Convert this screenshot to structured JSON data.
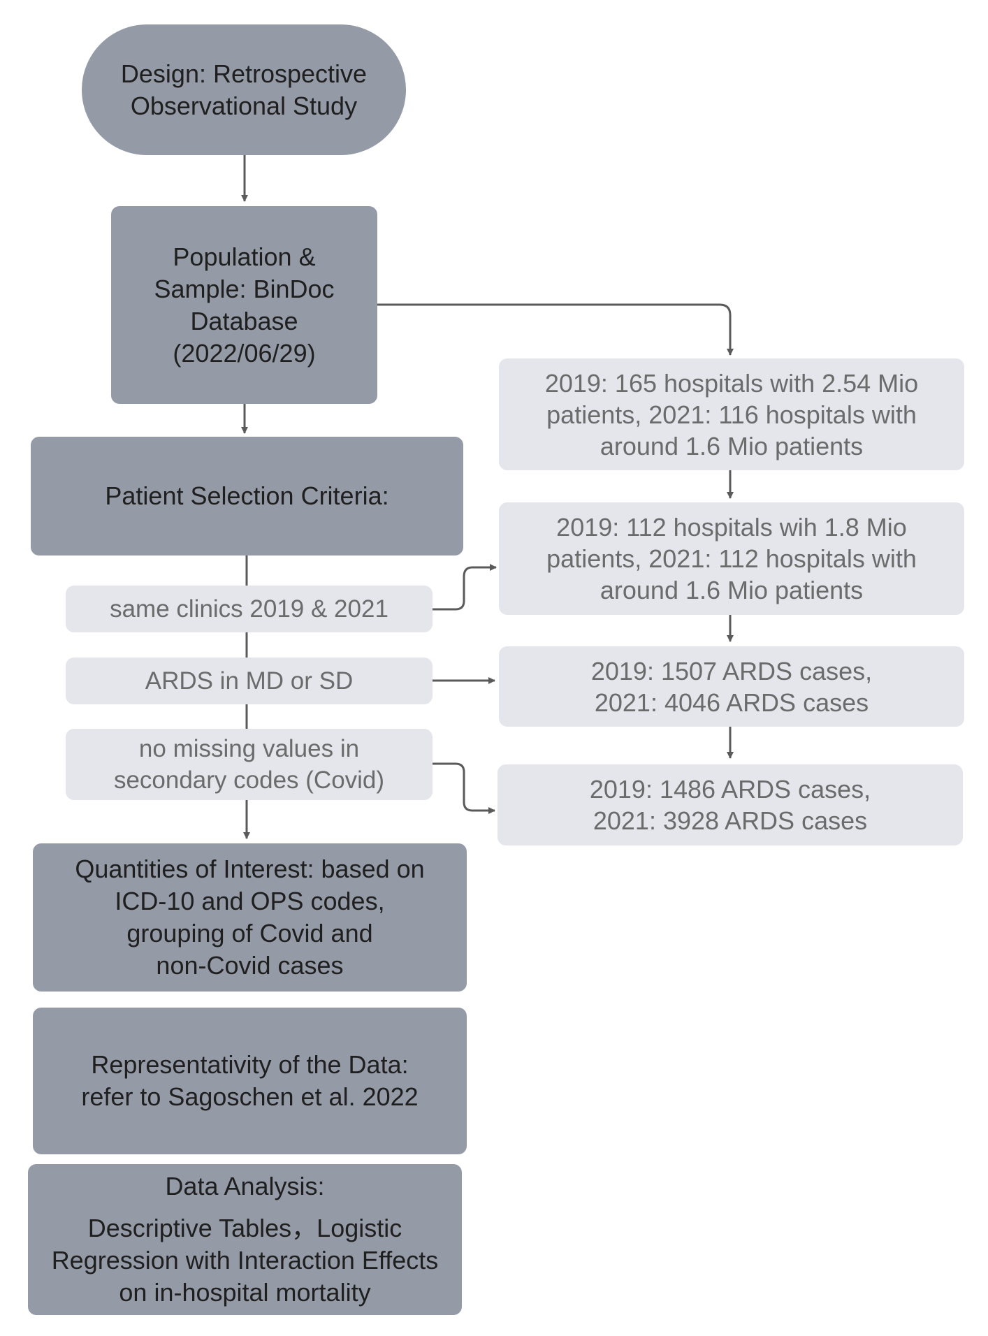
{
  "nodes": {
    "design": "Design: Retrospective\nObservational Study",
    "population": "Population &\nSample: BinDoc\nDatabase\n(2022/06/29)",
    "selection": "Patient Selection Criteria:",
    "quantities": "Quantities of Interest: based on\nICD-10 and OPS codes,\ngrouping of Covid and\nnon-Covid cases",
    "representativity": "Representativity of the Data:\nrefer to Sagoschen et al. 2022",
    "analysis_title": "Data Analysis:",
    "analysis_body": "Descriptive Tables，Logistic\nRegression with Interaction Effects\non in-hospital mortality"
  },
  "criteria": {
    "same_clinics": "same clinics 2019 & 2021",
    "ards": "ARDS in MD or SD",
    "no_missing": "no missing values in\nsecondary codes (Covid)"
  },
  "results": {
    "r1": "2019: 165 hospitals with 2.54 Mio\npatients, 2021: 116 hospitals with\naround 1.6 Mio patients",
    "r2": "2019: 112 hospitals wih 1.8 Mio\npatients, 2021: 112 hospitals with\naround 1.6 Mio patients",
    "r3": "2019: 1507 ARDS cases,\n2021: 4046 ARDS cases",
    "r4": "2019: 1486 ARDS cases,\n2021: 3928 ARDS cases"
  }
}
